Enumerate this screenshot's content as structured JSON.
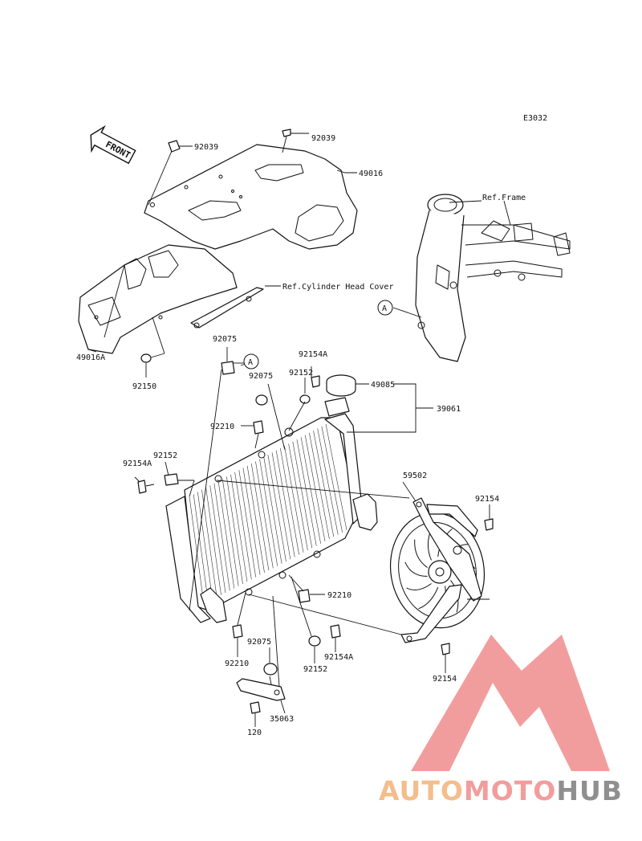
{
  "diagram_code": "E3032",
  "front_label": "FRONT",
  "ref_labels": {
    "frame": "Ref.Frame",
    "cylinder_head_cover": "Ref.Cylinder Head Cover"
  },
  "callout": "A",
  "part_numbers": {
    "n92039_left": "92039",
    "n92039_right": "92039",
    "n49016": "49016",
    "n49016A": "49016A",
    "n92150": "92150",
    "n92075_top": "92075",
    "n92075_mid": "92075",
    "n92075_bottom": "92075",
    "n92154A_top": "92154A",
    "n92154A_left": "92154A",
    "n92154A_bottom": "92154A",
    "n92152_top": "92152",
    "n92152_left": "92152",
    "n92152_bottom": "92152",
    "n49085": "49085",
    "n39061": "39061",
    "n92210_top": "92210",
    "n92210_right": "92210",
    "n92210_bottom": "92210",
    "n59502": "59502",
    "n92154_top": "92154",
    "n92154_bottom": "92154",
    "n35063": "35063",
    "n120": "120"
  },
  "watermark": {
    "part1": "AUTO",
    "part2": "MOTO",
    "part3": "HUB",
    "colors": {
      "orange": "#f3b27a",
      "red": "#f08d8d",
      "gray": "#7c7c7c"
    }
  }
}
